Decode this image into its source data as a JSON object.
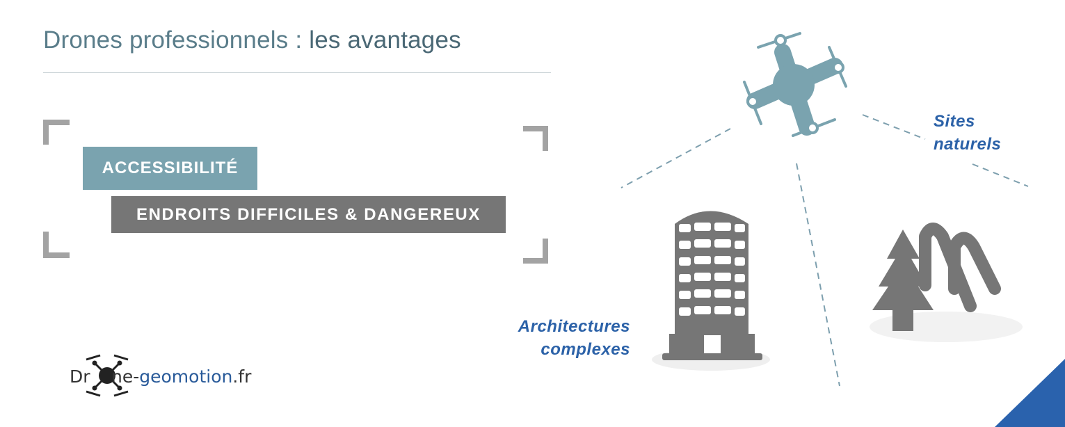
{
  "title": {
    "part1": "Drones professionnels :",
    "part2": "les avantages"
  },
  "tags": {
    "primary": "ACCESSIBILITÉ",
    "secondary": "ENDROITS DIFFICILES & DANGEREUX"
  },
  "labels": {
    "sites_line1": "Sites",
    "sites_line2": "naturels",
    "arch_line1": "Architectures",
    "arch_line2": "complexes"
  },
  "logo": {
    "prefix": "Dr",
    "suffix_dash": "ne-",
    "suffix_brand": "geomotion",
    "suffix_tld": ".fr"
  },
  "colors": {
    "accent_teal": "#7aa3af",
    "gray": "#767676",
    "label_blue": "#2c62a8",
    "corner_blue": "#2a62ad"
  }
}
